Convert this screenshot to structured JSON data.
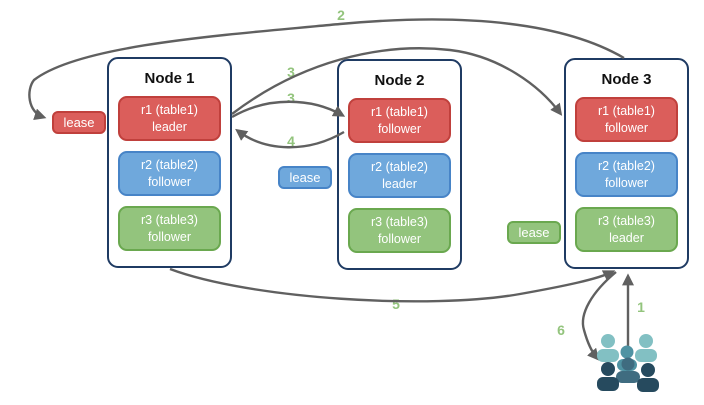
{
  "colors": {
    "node_border": "#1f3b63",
    "arrow": "#606060",
    "step_label": "#93c47d",
    "red_fill": "#db5e5b",
    "red_border": "#c0403c",
    "blue_fill": "#6fa8dc",
    "blue_border": "#4784c7",
    "green_fill": "#93c47d",
    "green_border": "#6aa84f",
    "people_light": "#82c0c3",
    "people_mid": "#4f93a3",
    "people_middark": "#3f6c80",
    "people_dark": "#264a5e"
  },
  "nodes": [
    {
      "title": "Node 1",
      "replicas": [
        {
          "name": "r1 (table1)",
          "role": "leader",
          "color": "red"
        },
        {
          "name": "r2 (table2)",
          "role": "follower",
          "color": "blue"
        },
        {
          "name": "r3 (table3)",
          "role": "follower",
          "color": "green"
        }
      ]
    },
    {
      "title": "Node 2",
      "replicas": [
        {
          "name": "r1 (table1)",
          "role": "follower",
          "color": "red"
        },
        {
          "name": "r2 (table2)",
          "role": "leader",
          "color": "blue"
        },
        {
          "name": "r3 (table3)",
          "role": "follower",
          "color": "green"
        }
      ]
    },
    {
      "title": "Node 3",
      "replicas": [
        {
          "name": "r1 (table1)",
          "role": "follower",
          "color": "red"
        },
        {
          "name": "r2 (table2)",
          "role": "follower",
          "color": "blue"
        },
        {
          "name": "r3 (table3)",
          "role": "leader",
          "color": "green"
        }
      ]
    }
  ],
  "leases": {
    "red": {
      "label": "lease"
    },
    "blue": {
      "label": "lease"
    },
    "green": {
      "label": "lease"
    }
  },
  "steps": {
    "s1": "1",
    "s2": "2",
    "s3a": "3",
    "s3b": "3",
    "s4": "4",
    "s5": "5",
    "s6": "6"
  },
  "icons": {
    "clients": "people-group-icon"
  }
}
